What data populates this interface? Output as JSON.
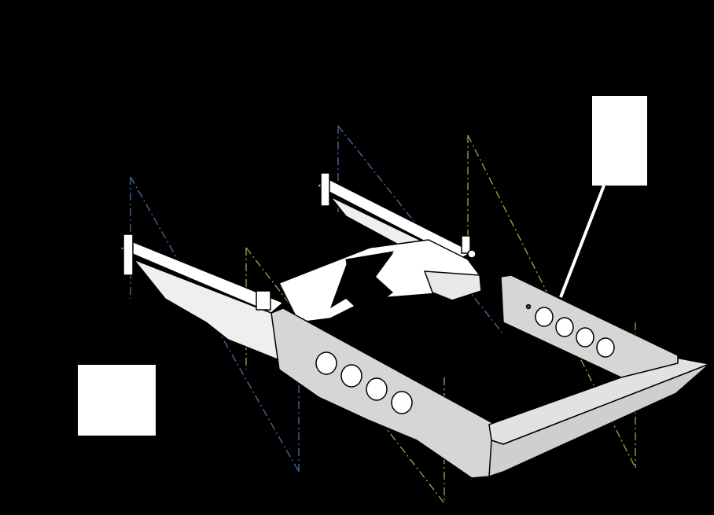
{
  "diagram": {
    "background_color": "#000000",
    "part_fill": "#ffffff",
    "panel_fill": "#d6d6d6",
    "outline_color": "#000000",
    "blue_axis_color": "#4a6fa5",
    "green_axis_color": "#8ab34a",
    "arrow_color": "#000000",
    "callouts": [
      {
        "name": "callout-box-upper-right",
        "label": ""
      },
      {
        "name": "callout-box-lower-left",
        "label": ""
      }
    ],
    "panel_holes_front": 4,
    "panel_holes_rear": 4
  }
}
